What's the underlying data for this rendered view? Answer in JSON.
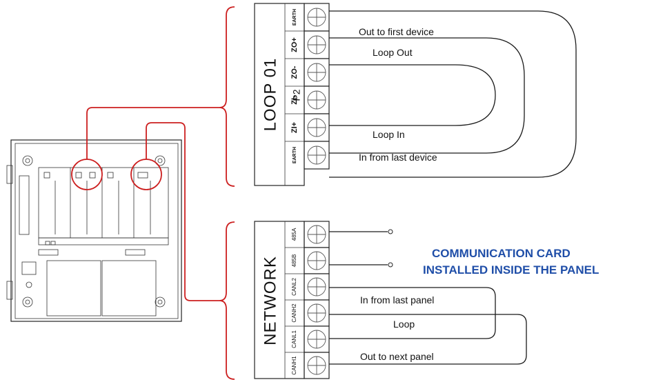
{
  "loop_block": {
    "title": "LOOP 01",
    "connector": "P2",
    "pins": [
      "EARTH",
      "ZO+",
      "ZO-",
      "ZI-",
      "ZI+",
      "EARTH"
    ],
    "wire_labels": {
      "out_to_first": "Out to first device",
      "loop_out": "Loop Out",
      "loop_in": "Loop In",
      "in_from_last": "In from last device"
    }
  },
  "network_block": {
    "title": "NETWORK",
    "pins": [
      "485A",
      "485B",
      "CANL2",
      "CANH2",
      "CANL1",
      "CANH1"
    ],
    "wire_labels": {
      "in_from_last_panel": "In from last panel",
      "loop": "Loop",
      "out_to_next_panel": "Out to next panel"
    }
  },
  "caption": {
    "line1": "COMMUNICATION CARD",
    "line2": "INSTALLED INSIDE THE PANEL",
    "color": "#1f4ea8"
  },
  "colors": {
    "callout_line": "#cc1f1f",
    "wire": "#1a1a1a"
  }
}
